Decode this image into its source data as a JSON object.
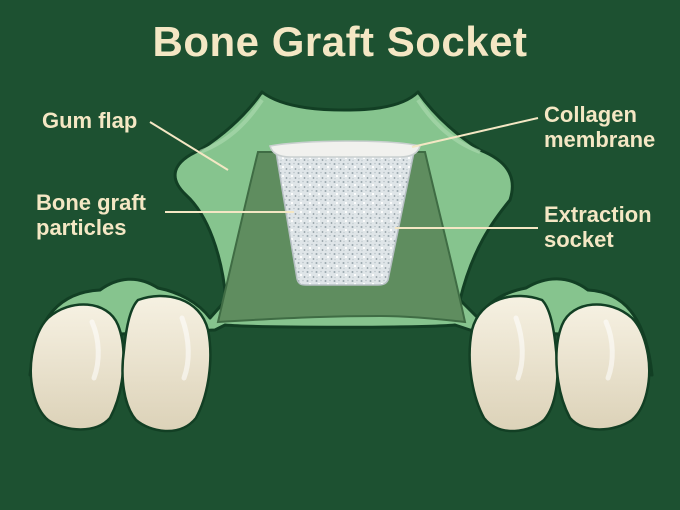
{
  "title": "Bone Graft Socket",
  "labels": {
    "gum_flap": "Gum flap",
    "bone_graft_particles": [
      "Bone graft",
      "particles"
    ],
    "collagen_membrane": [
      "Collagen",
      "membrane"
    ],
    "extraction_socket": [
      "Extraction",
      "socket"
    ]
  },
  "colors": {
    "background": "#1d5131",
    "text": "#f4e7c4",
    "gum": "#86c48e",
    "gum_outline": "#123f24",
    "socket": "#5f8d5f",
    "bone_graft": "#dde3e6",
    "membrane": "#f1f1ee",
    "tooth": "#efe8d5",
    "leader_line": "#f4e7c4"
  }
}
